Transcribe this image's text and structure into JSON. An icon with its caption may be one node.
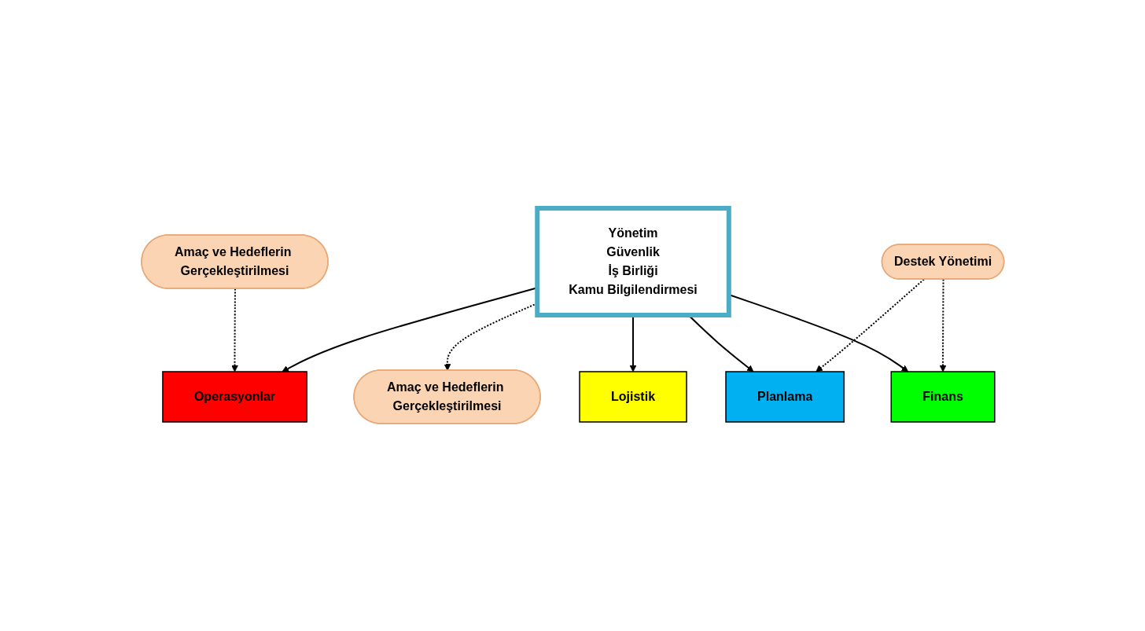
{
  "diagram": {
    "nodes": [
      {
        "text": [
          "Amaç ve Hedeflerin Gerçekleştirilmesi"
        ]
      },
      {
        "text": [
          "Yönetim",
          "Güvenlik",
          "İş Birliği",
          "Kamu Bilgilendirmesi"
        ]
      },
      {
        "text": [
          "Amaç ve Hedeflerin Gerçekleştirilmesi"
        ]
      },
      {
        "text": [
          "Operasyonlar"
        ]
      },
      {
        "text": [
          "Lojistik"
        ]
      },
      {
        "text": [
          "Planlama"
        ]
      },
      {
        "text": [
          "Finans"
        ]
      },
      {
        "text": [
          "Destek Yönetimi"
        ]
      }
    ],
    "edges": [
      {
        "from": 0,
        "to": 3,
        "arrow": "to",
        "style": "dashed"
      },
      {
        "from": 1,
        "to": 2,
        "arrow": "to",
        "style": "dashed"
      },
      {
        "from": 1,
        "to": 3,
        "arrow": "to"
      },
      {
        "from": 1,
        "to": 4,
        "arrow": "to"
      },
      {
        "from": 1,
        "to": 5,
        "arrow": "to"
      },
      {
        "from": 1,
        "to": 6,
        "arrow": "to"
      },
      {
        "from": 7,
        "to": 5,
        "arrow": "to",
        "style": "dashed"
      },
      {
        "from": 7,
        "to": 6,
        "arrow": "to",
        "style": "dashed"
      }
    ]
  }
}
